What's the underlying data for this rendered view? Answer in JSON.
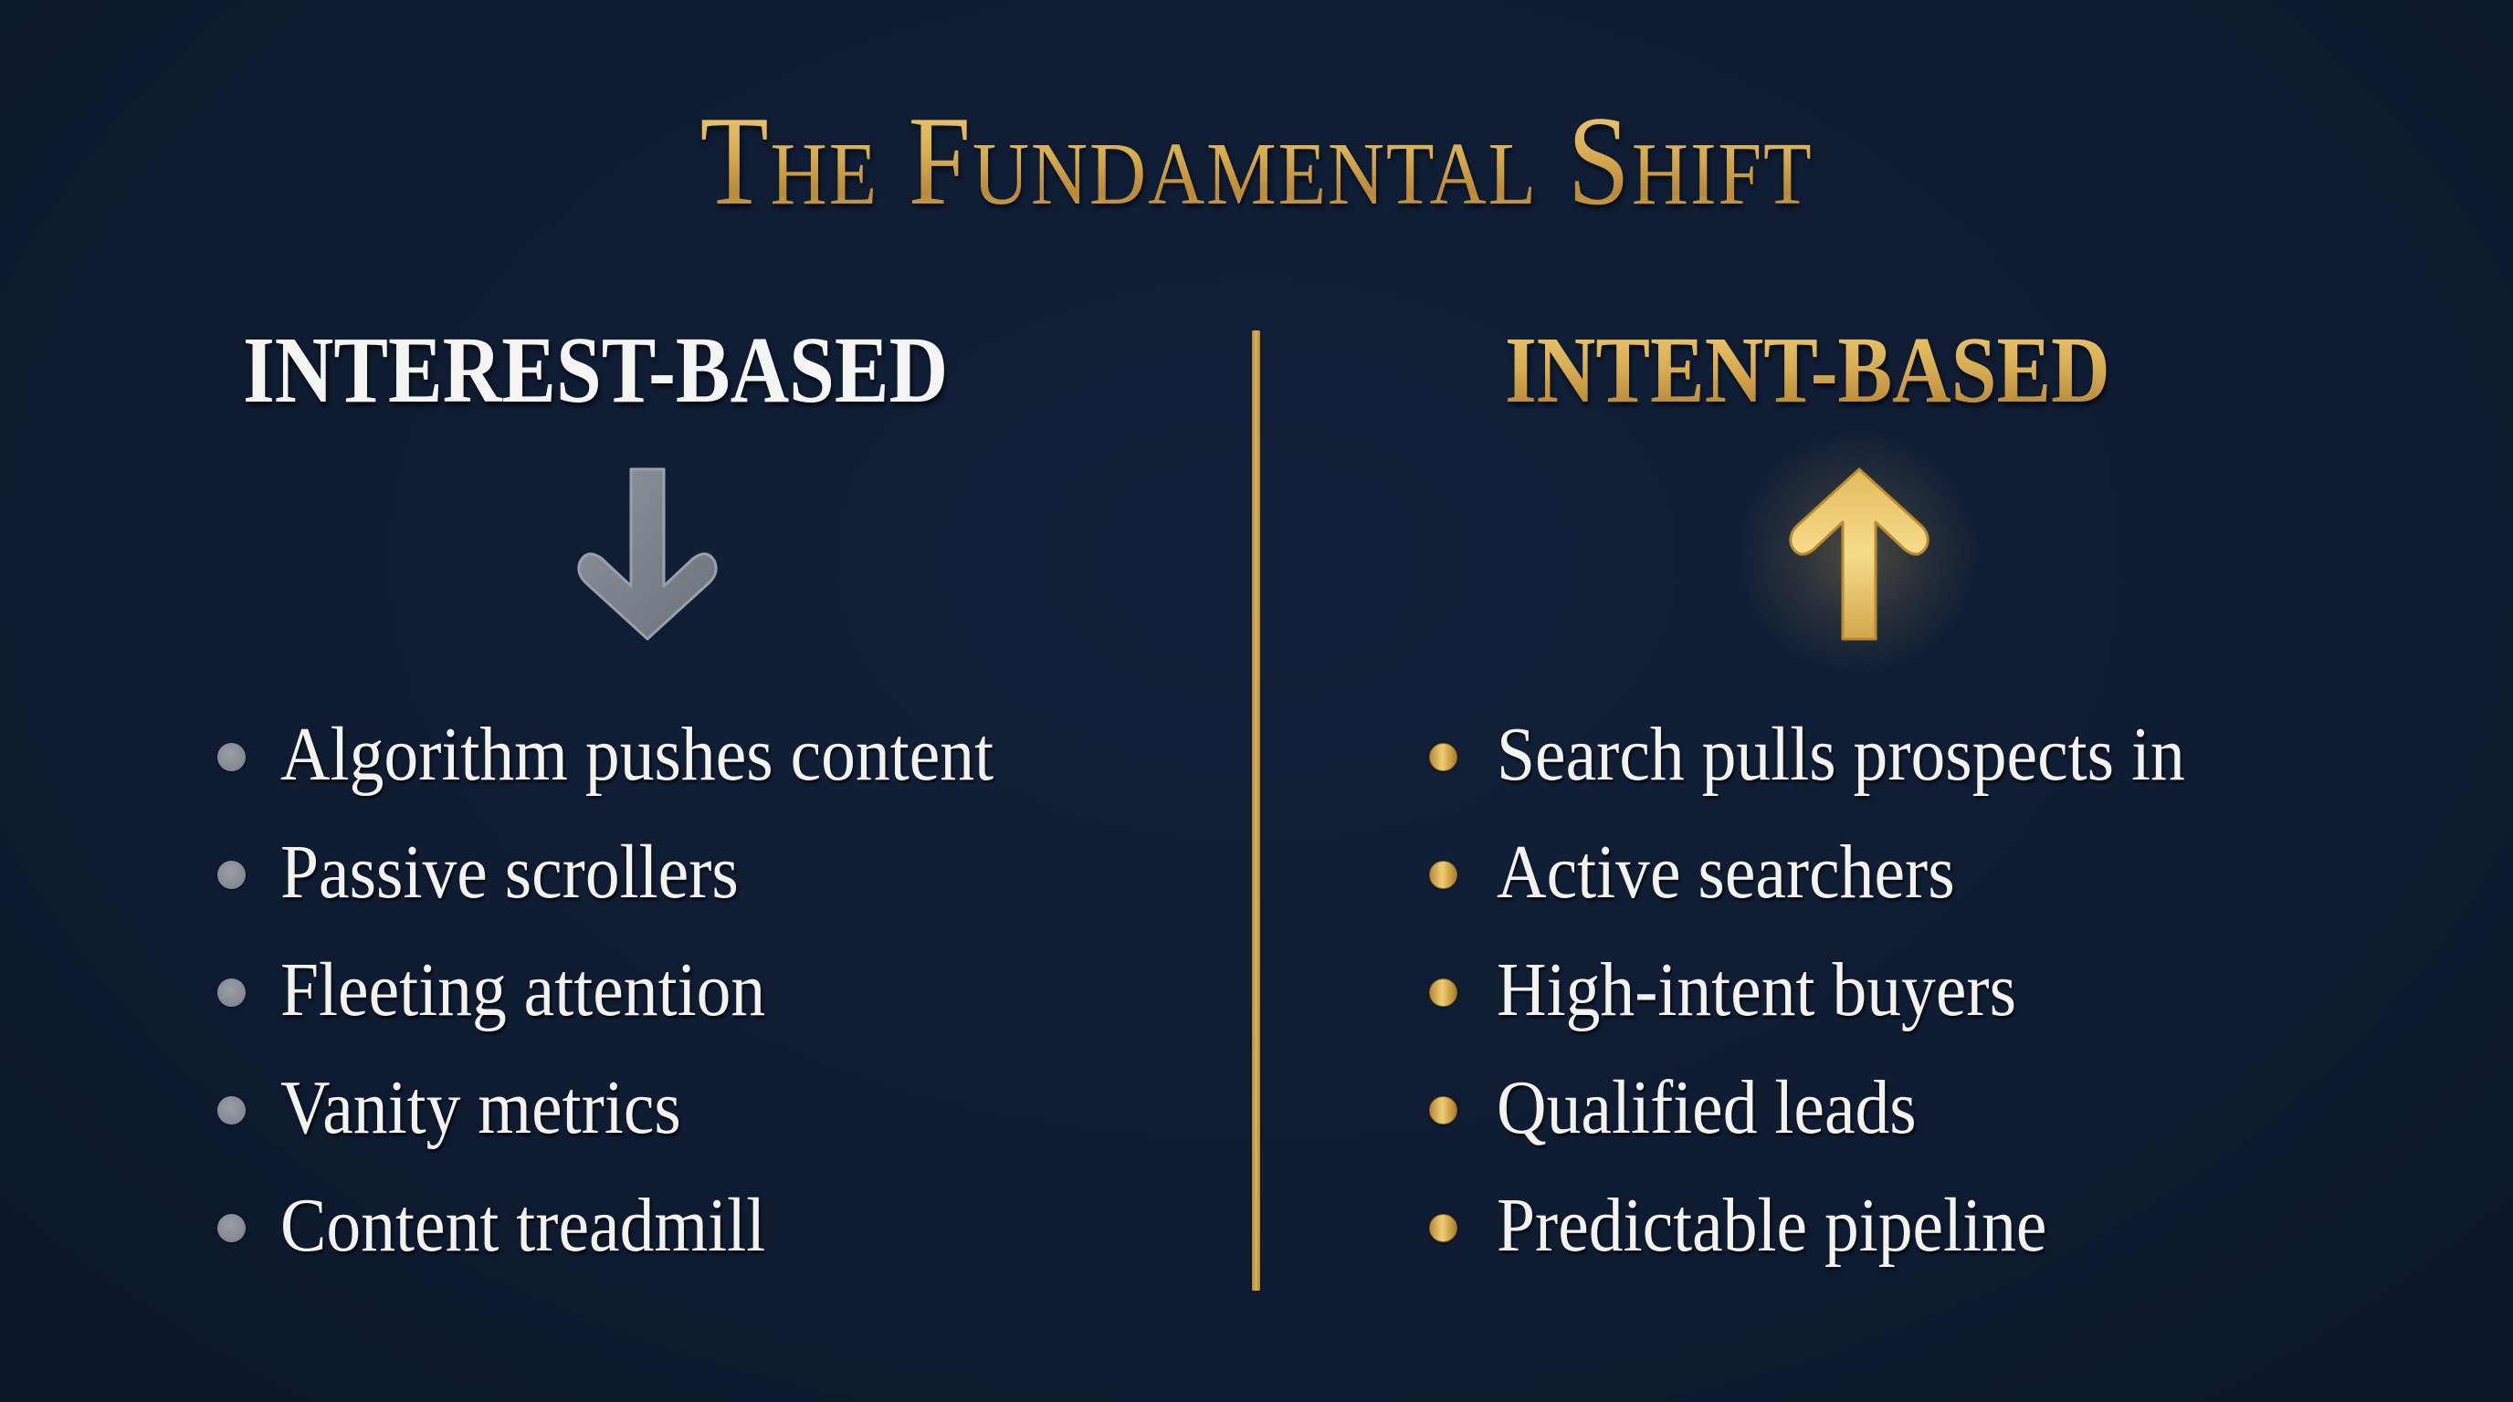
{
  "slide": {
    "title": "The Fundamental Shift",
    "colors": {
      "background": "#0f1c32",
      "gold": "#d4aa55",
      "white": "#f3f2ee",
      "gray": "#868b94"
    }
  },
  "left": {
    "heading": "INTEREST-BASED",
    "arrow_icon": "arrow-down-icon",
    "bullet_color": "gray",
    "items": [
      {
        "label": "Algorithm pushes content"
      },
      {
        "label": "Passive scrollers"
      },
      {
        "label": "Fleeting attention"
      },
      {
        "label": "Vanity metrics"
      },
      {
        "label": "Content treadmill"
      }
    ]
  },
  "right": {
    "heading": "INTENT-BASED",
    "arrow_icon": "arrow-up-icon",
    "bullet_color": "gold",
    "items": [
      {
        "label": "Search pulls prospects in"
      },
      {
        "label": "Active searchers"
      },
      {
        "label": "High-intent buyers"
      },
      {
        "label": "Qualified leads"
      },
      {
        "label": "Predictable pipeline"
      }
    ]
  }
}
